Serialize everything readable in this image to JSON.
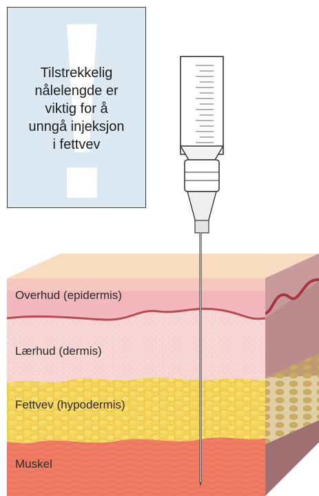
{
  "note": {
    "lines": [
      "Tilstrekkelig",
      "nålelengde er",
      "viktig for å",
      "unngå injeksjon",
      "i fettvev"
    ]
  },
  "layers": {
    "epidermis": "Overhud (epidermis)",
    "dermis": "Lærhud (dermis)",
    "hypodermis": "Fettvev (hypodermis)",
    "muscle": "Muskel"
  },
  "colors": {
    "note_bg": "#dde9f2",
    "epidermis": "#f2b8bd",
    "dermis": "#f7d7d6",
    "fat": "#f4d45a",
    "muscle": "#ef7d66",
    "side_shade": "#b98588",
    "top_surface": "#f8dcc0"
  }
}
